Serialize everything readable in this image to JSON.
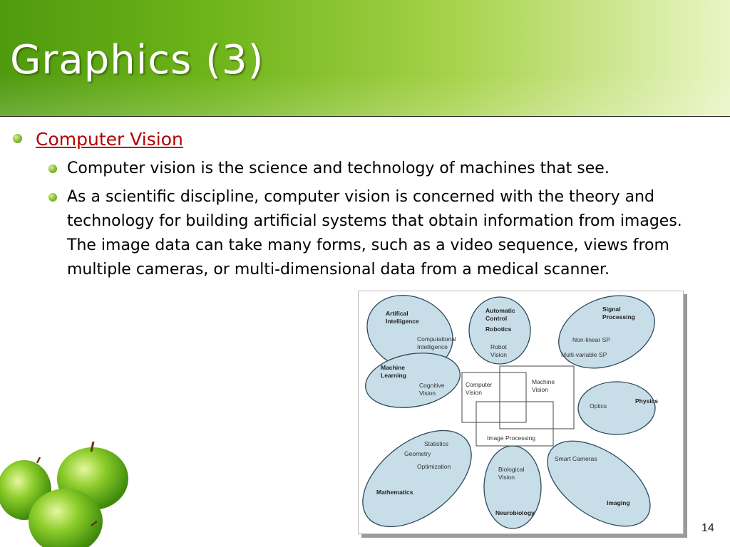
{
  "slide": {
    "title": "Graphics (3)",
    "page_number": "14"
  },
  "content": {
    "heading": "Computer Vision",
    "points": [
      "Computer vision is the science and technology of machines that see.",
      "As a scientific discipline, computer vision is concerned with the theory and technology for building artificial systems that obtain information from images. The image data can take many forms, such as a video sequence, views from multiple cameras, or multi-dimensional data from a medical scanner."
    ]
  },
  "diagram": {
    "ai_title": "Artifical Intelligence",
    "ai_title_l1": "Artifical",
    "ai_title_l2": "Intelligence",
    "computational_l1": "Computational",
    "computational_l2": "Intelligence",
    "control_l1": "Automatic",
    "control_l2": "Control",
    "robotics": "Robotics",
    "robot_l1": "Robot",
    "robot_l2": "Vision",
    "signal_l1": "Signal",
    "signal_l2": "Processing",
    "nonlinear": "Non-linear SP",
    "multivariable": "Multi-variable SP",
    "ml_l1": "Machine",
    "ml_l2": "Learning",
    "cognitive_l1": "Cognitive",
    "cognitive_l2": "Vision",
    "cv_l1": "Computer",
    "cv_l2": "Vision",
    "mv_l1": "Machine",
    "mv_l2": "Vision",
    "optics": "Optics",
    "physics": "Physics",
    "image_processing": "Image Processing",
    "statistics": "Statistics",
    "geometry": "Geometry",
    "optimization": "Optimization",
    "mathematics": "Mathematics",
    "bio_l1": "Biological",
    "bio_l2": "Vision",
    "neurobiology": "Neurobiology",
    "smart_cameras": "Smart Cameras",
    "imaging": "Imaging"
  },
  "colors": {
    "header_dark": "#4f9a0e",
    "header_light": "#e9f5c4",
    "heading_link": "#b30000",
    "ellipse_fill": "#c7dde8"
  }
}
